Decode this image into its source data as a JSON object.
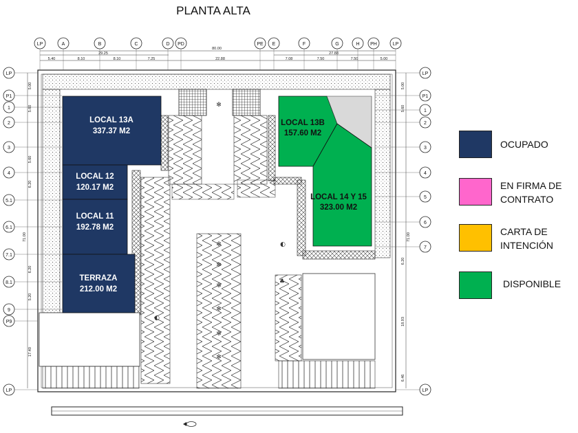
{
  "title": "PLANTA ALTA",
  "axes_top": [
    {
      "label": "LP"
    },
    {
      "label": "A"
    },
    {
      "label": "B"
    },
    {
      "label": "C"
    },
    {
      "label": "D"
    },
    {
      "label": "PD"
    },
    {
      "label": "PE"
    },
    {
      "label": "E"
    },
    {
      "label": "F"
    },
    {
      "label": "G"
    },
    {
      "label": "H"
    },
    {
      "label": "PH"
    },
    {
      "label": "LP"
    }
  ],
  "axes_side": [
    {
      "label": "LP"
    },
    {
      "label": "P1"
    },
    {
      "label": "1"
    },
    {
      "label": "2"
    },
    {
      "label": "3"
    },
    {
      "label": "4"
    },
    {
      "label": "5.1"
    },
    {
      "label": "6.1"
    },
    {
      "label": "7.1"
    },
    {
      "label": "8.1"
    },
    {
      "label": "9"
    },
    {
      "label": "P9"
    },
    {
      "label": "LP"
    }
  ],
  "axes_right": [
    {
      "label": "LP"
    },
    {
      "label": "P1"
    },
    {
      "label": "1"
    },
    {
      "label": "2"
    },
    {
      "label": "3"
    },
    {
      "label": "4"
    },
    {
      "label": "5"
    },
    {
      "label": "6"
    },
    {
      "label": "7"
    },
    {
      "label": "LP"
    }
  ],
  "dimensions": {
    "total": "80.00",
    "left_group": "29.25",
    "right_group": "27.88",
    "top_segments": [
      "5.40",
      "8.10",
      "8.10",
      "7.25",
      "22.88",
      "7.08",
      "7.50",
      "7.50",
      "5.00"
    ],
    "side_total": "71.00",
    "side_segments": [
      "5.00",
      "5.60",
      "5.60",
      "6.20",
      "6.20",
      "5.20",
      "17.40"
    ],
    "right_segments": [
      "5.00",
      "5.60",
      "6.20",
      "18.93",
      "6.46"
    ]
  },
  "units": [
    {
      "name": "LOCAL 13A",
      "area": "337.37 M2",
      "status": "ocupado"
    },
    {
      "name": "LOCAL 12",
      "area": "120.17 M2",
      "status": "ocupado"
    },
    {
      "name": "LOCAL 11",
      "area": "192.78 M2",
      "status": "ocupado"
    },
    {
      "name": "TERRAZA",
      "area": "212.00 M2",
      "status": "ocupado"
    },
    {
      "name": "LOCAL 13B",
      "area": "157.60 M2",
      "status": "disponible"
    },
    {
      "name": "LOCAL 14 Y 15",
      "area": "323.00 M2",
      "status": "disponible"
    }
  ],
  "legend": [
    {
      "lines": [
        "OCUPADO"
      ],
      "color": "#1f3864"
    },
    {
      "lines": [
        "EN FIRMA DE",
        "CONTRATO"
      ],
      "color": "#ff66cc"
    },
    {
      "lines": [
        "CARTA DE",
        "INTENCIÓN"
      ],
      "color": "#ffc000"
    },
    {
      "lines": [
        "DISPONIBLE"
      ],
      "color": "#00b050"
    }
  ],
  "colors": {
    "ocupado": "#1f3864",
    "disponible": "#00b050",
    "line": "#222222",
    "hatch": "#555555"
  },
  "icons": {
    "north_arrow": "north-arrow-icon",
    "planter": "palm-planter-icon",
    "wc": "restroom-icon"
  }
}
